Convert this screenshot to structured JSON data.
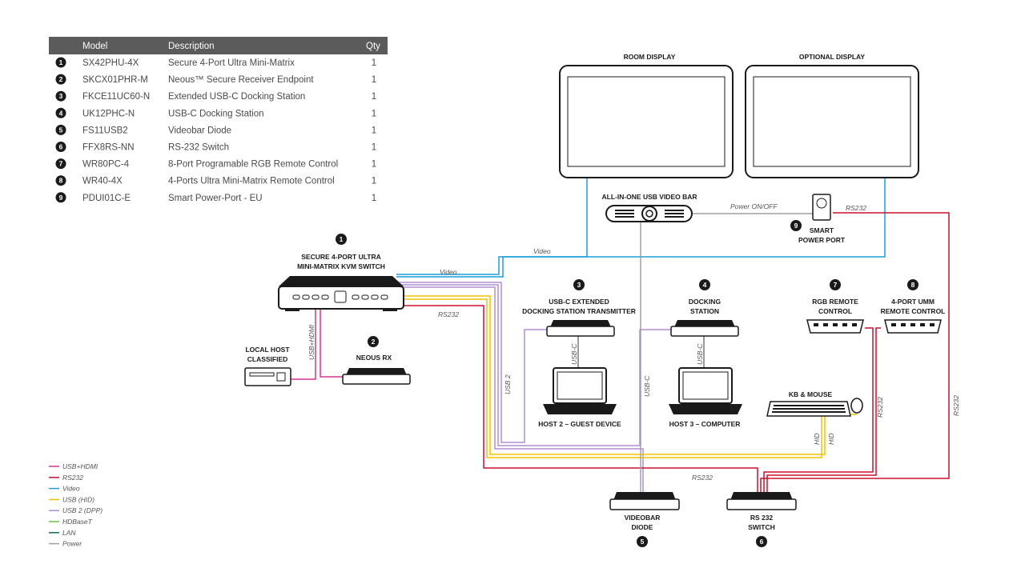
{
  "parts_table": {
    "headers": {
      "model": "Model",
      "description": "Description",
      "qty": "Qty"
    },
    "rows": [
      {
        "num": "1",
        "model": "SX42PHU-4X",
        "description": "Secure 4-Port Ultra Mini-Matrix",
        "qty": "1"
      },
      {
        "num": "2",
        "model": "SKCX01PHR-M",
        "description": "Neous™ Secure Receiver Endpoint",
        "qty": "1"
      },
      {
        "num": "3",
        "model": "FKCE11UC60-N",
        "description": "Extended USB-C Docking Station",
        "qty": "1"
      },
      {
        "num": "4",
        "model": "UK12PHC-N",
        "description": "USB-C Docking Station",
        "qty": "1"
      },
      {
        "num": "5",
        "model": "FS11USB2",
        "description": "Videobar Diode",
        "qty": "1"
      },
      {
        "num": "6",
        "model": "FFX8RS-NN",
        "description": "RS-232 Switch",
        "qty": "1"
      },
      {
        "num": "7",
        "model": "WR80PC-4",
        "description": "8-Port Programable RGB Remote Control",
        "qty": "1"
      },
      {
        "num": "8",
        "model": "WR40-4X",
        "description": "4-Ports Ultra Mini-Matrix Remote Control",
        "qty": "1"
      },
      {
        "num": "9",
        "model": "PDUI01C-E",
        "description": "Smart Power-Port - EU",
        "qty": "1"
      }
    ]
  },
  "devices": {
    "room_display": "ROOM DISPLAY",
    "optional_display": "OPTIONAL DISPLAY",
    "video_bar": "ALL-IN-ONE USB VIDEO BAR",
    "smart_power_1": "SMART",
    "smart_power_2": "POWER PORT",
    "kvm_1": "SECURE 4-PORT ULTRA",
    "kvm_2": "MINI-MATRIX KVM SWITCH",
    "local_host_1": "LOCAL HOST",
    "local_host_2": "CLASSIFIED",
    "neous_rx": "NEOUS RX",
    "usbc_ext_1": "USB-C EXTENDED",
    "usbc_ext_2": "DOCKING STATION TRANSMITTER",
    "docking_1": "DOCKING",
    "docking_2": "STATION",
    "rgb_remote_1": "RGB REMOTE",
    "rgb_remote_2": "CONTROL",
    "umm_remote_1": "4-PORT UMM",
    "umm_remote_2": "REMOTE CONTROL",
    "host2": "HOST 2 – GUEST DEVICE",
    "host3": "HOST 3 – COMPUTER",
    "kb_mouse": "KB & MOUSE",
    "videobar_diode_1": "VIDEOBAR",
    "videobar_diode_2": "DIODE",
    "rs232_switch_1": "RS 232",
    "rs232_switch_2": "SWITCH"
  },
  "callouts": {
    "kvm": "1",
    "neous": "2",
    "usbc_ext": "3",
    "docking": "4",
    "diode": "5",
    "rs232_switch": "6",
    "rgb_remote": "7",
    "umm_remote": "8",
    "power_port": "9"
  },
  "cable_labels": {
    "video_kvm": "Video",
    "video_display": "Video",
    "power_onoff": "Power ON/OFF",
    "rs232_kvm": "RS232",
    "rs232_power": "RS232",
    "rs232_bottom": "RS232",
    "rs232_v1": "RS232",
    "rs232_v2": "RS232",
    "usb_hdmi": "USB+HDMI",
    "usbc_ext": "USB-C",
    "usbc_dock": "USB-C",
    "usb2": "USB 2",
    "usbc_bar": "USB-C",
    "hid1": "HID",
    "hid2": "HID"
  },
  "legend": [
    {
      "label": "USB+HDMI",
      "color": "#d6338f"
    },
    {
      "label": "RS232",
      "color": "#c8102e"
    },
    {
      "label": "Video",
      "color": "#1a9fd9"
    },
    {
      "label": "USB (HID)",
      "color": "#f2c200"
    },
    {
      "label": "USB 2 (DPP)",
      "color": "#b08fd0"
    },
    {
      "label": "HDBaseT",
      "color": "#6cbf3a"
    },
    {
      "label": "LAN",
      "color": "#0b6b5a"
    },
    {
      "label": "Power",
      "color": "#a0a0a0"
    }
  ],
  "colors": {
    "table_header_bg": "#5b5b5b",
    "usb_hdmi": "#d6338f",
    "rs232": "#c8102e",
    "video": "#1a9fd9",
    "usb_hid": "#f2c200",
    "usb2": "#b08fd0",
    "power": "#a0a0a0",
    "device": "#1a1a1a"
  },
  "icons": {
    "bullet": "filled-circle-number",
    "display": "monitor-icon",
    "laptop": "laptop-icon",
    "dock": "dock-icon",
    "keyboard": "keyboard-icon",
    "mouse": "mouse-icon",
    "power_port": "power-socket-icon",
    "video_bar": "camera-bar-icon",
    "remote": "remote-control-icon"
  }
}
